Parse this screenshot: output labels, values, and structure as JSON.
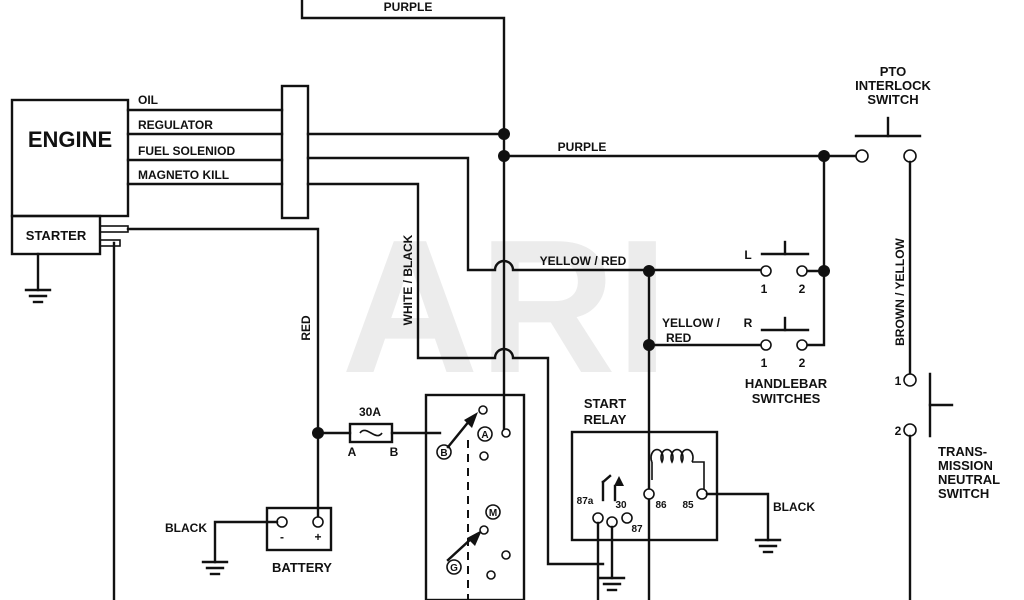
{
  "watermark": "ARI",
  "components": {
    "engine": "ENGINE",
    "starter": "STARTER",
    "battery": "BATTERY",
    "fuse": "30A",
    "fuse_a": "A",
    "fuse_b": "B",
    "start_relay_1": "START",
    "start_relay_2": "RELAY",
    "handlebar_1": "HANDLEBAR",
    "handlebar_2": "SWITCHES",
    "pto_1": "PTO",
    "pto_2": "INTERLOCK",
    "pto_3": "SWITCH",
    "trans_1": "TRANS-",
    "trans_2": "MISSION",
    "trans_3": "NEUTRAL",
    "trans_4": "SWITCH"
  },
  "engine_wires": {
    "oil": "OIL",
    "regulator": "REGULATOR",
    "fuel": "FUEL SOLENIOD",
    "magneto": "MAGNETO KILL"
  },
  "wire_labels": {
    "purple_top": "PURPLE",
    "purple_mid": "PURPLE",
    "yellow_red_1": "YELLOW / RED",
    "yellow_red_2a": "YELLOW /",
    "yellow_red_2b": "RED",
    "white_black": "WHITE / BLACK",
    "red": "RED",
    "brown_yellow": "BROWN / YELLOW",
    "black_battery": "BLACK",
    "black_relay": "BLACK"
  },
  "terminals": {
    "l": "L",
    "r": "R",
    "l1": "1",
    "l2": "2",
    "r1": "1",
    "r2": "2",
    "t1": "1",
    "t2": "2",
    "relay_87a": "87a",
    "relay_30": "30",
    "relay_87": "87",
    "relay_86": "86",
    "relay_85": "85",
    "key_a": "A",
    "key_b": "B",
    "key_m": "M",
    "key_g": "G",
    "batt_minus": "-",
    "batt_plus": "+"
  }
}
